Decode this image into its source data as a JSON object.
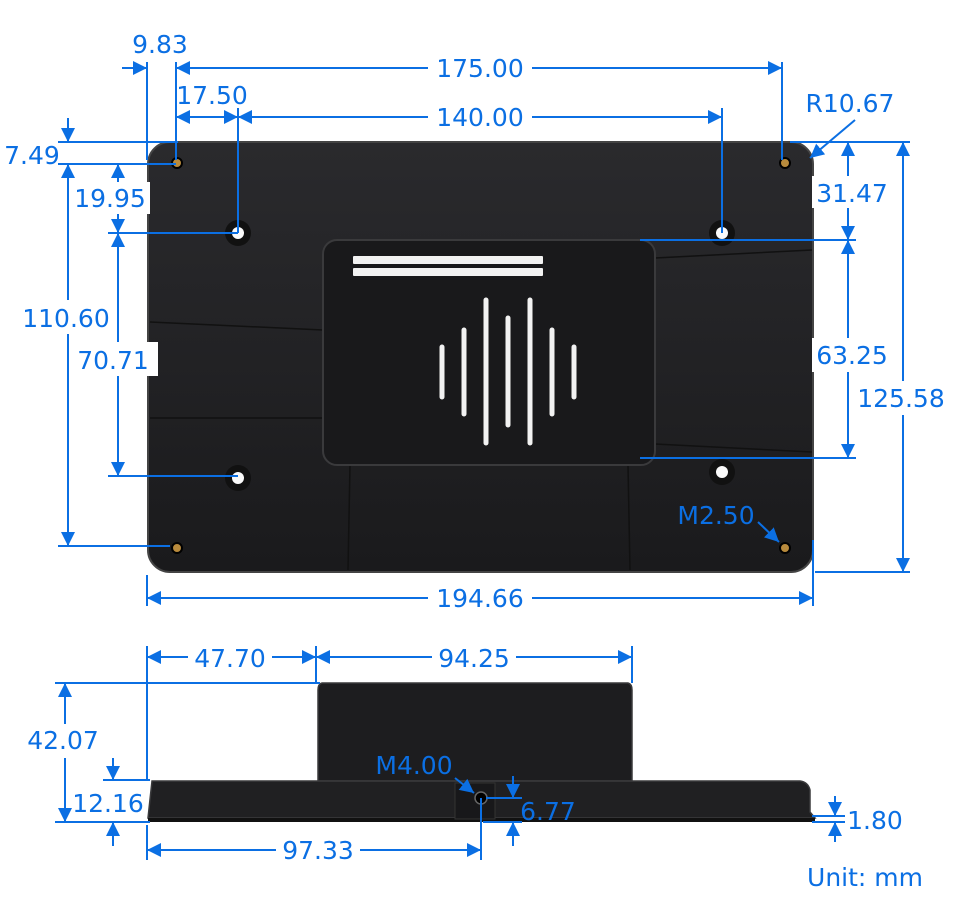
{
  "colors": {
    "dimension": "#0b6fe3",
    "body": "#1f1f21",
    "module": "#18181a",
    "brass": "#b88a3c"
  },
  "top_view": {
    "dims": {
      "d983": "9.83",
      "d175": "175.00",
      "d1750": "17.50",
      "d140": "140.00",
      "d749": "7.49",
      "d1995": "19.95",
      "d11060": "110.60",
      "d7071": "70.71",
      "r1067": "R10.67",
      "d3147": "31.47",
      "d6325": "63.25",
      "d12558": "125.58",
      "m250": "M2.50",
      "d19466": "194.66"
    }
  },
  "side_view": {
    "dims": {
      "d4770": "47.70",
      "d9425": "94.25",
      "d4207": "42.07",
      "d1216": "12.16",
      "d9733": "97.33",
      "m400": "M4.00",
      "d677": "6.77",
      "d180": "1.80"
    }
  },
  "unit_label": "Unit: mm"
}
